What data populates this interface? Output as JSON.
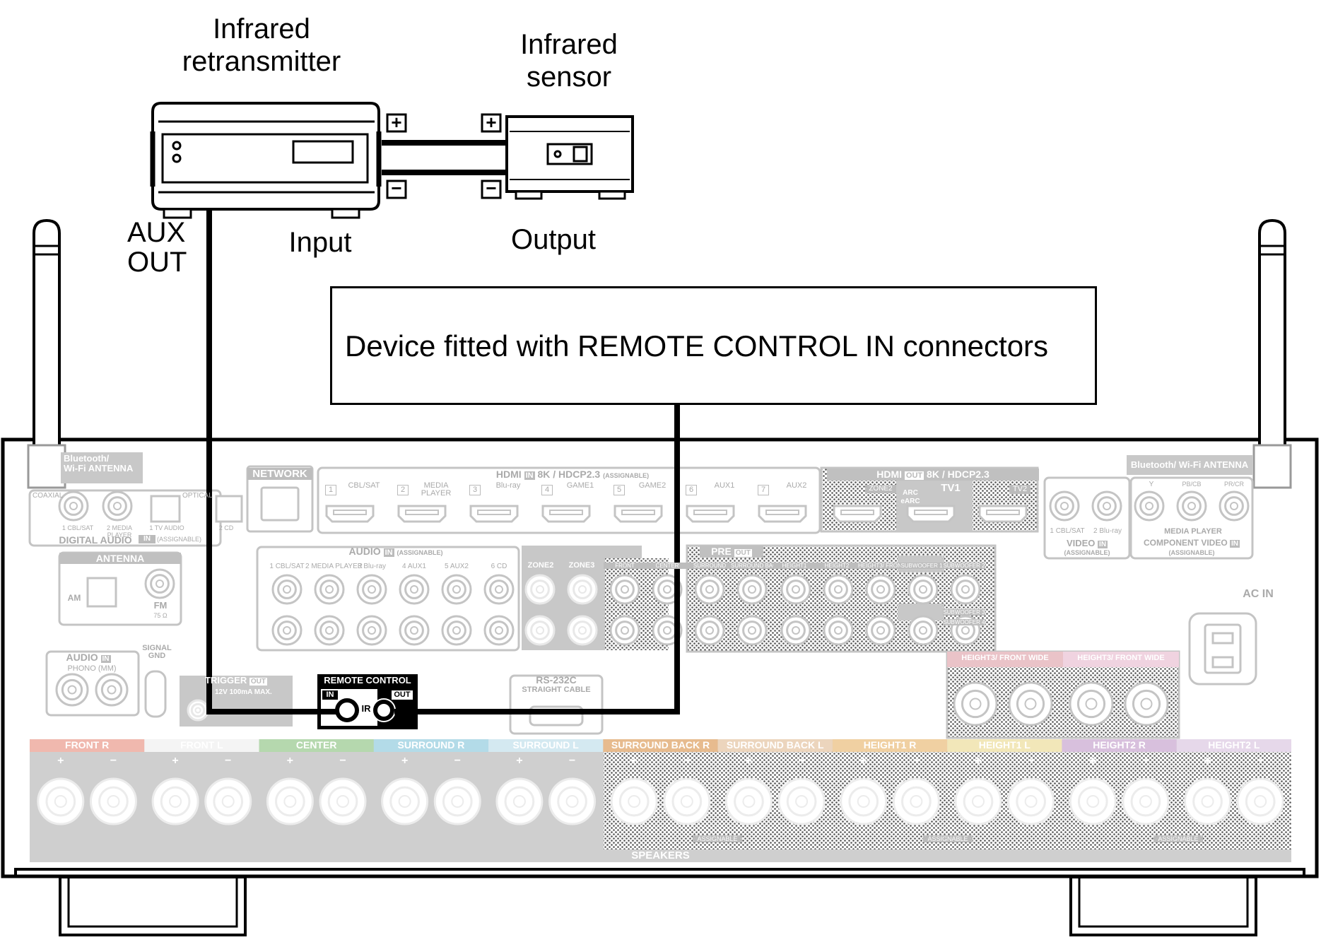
{
  "top_labels": {
    "retransmitter": [
      "Infrared",
      "retransmitter"
    ],
    "sensor": [
      "Infrared",
      "sensor"
    ],
    "aux_out": [
      "AUX",
      "OUT"
    ],
    "input": "Input",
    "output": "Output",
    "plus": "+",
    "minus": "−"
  },
  "callout": "Device fitted with REMOTE CONTROL IN connectors",
  "panel": {
    "bt_antenna_left": [
      "Bluetooth/",
      "Wi-Fi ANTENNA"
    ],
    "bt_antenna_right": "Bluetooth/ Wi-Fi ANTENNA",
    "digital_audio": {
      "coaxial": "COAXIAL",
      "optical": "OPTICAL",
      "inputs": [
        "1 CBL/SAT",
        "2 MEDIA PLAYER",
        "1 TV AUDIO",
        "2 CD"
      ],
      "title": "DIGITAL AUDIO",
      "in": "IN",
      "assignable": "(ASSIGNABLE)"
    },
    "network": "NETWORK",
    "hdmi_in": {
      "title": "HDMI",
      "in": "IN",
      "spec": "8K / HDCP2.3",
      "assignable": "(ASSIGNABLE)",
      "ports": [
        {
          "n": "1",
          "name": "CBL/SAT"
        },
        {
          "n": "2",
          "name": "MEDIA PLAYER"
        },
        {
          "n": "3",
          "name": "Blu-ray"
        },
        {
          "n": "4",
          "name": "GAME1"
        },
        {
          "n": "5",
          "name": "GAME2"
        },
        {
          "n": "6",
          "name": "AUX1"
        },
        {
          "n": "7",
          "name": "AUX2"
        }
      ]
    },
    "hdmi_out": {
      "title": "HDMI",
      "out": "OUT",
      "spec": "8K / HDCP2.3",
      "ports": [
        "ZONE2",
        "ARC eARC",
        "TV1",
        "TV2"
      ]
    },
    "antenna": {
      "title": "ANTENNA",
      "am": "AM",
      "fm": "FM",
      "ohm": "75 Ω"
    },
    "audio_in": {
      "title": "AUDIO",
      "in": "IN",
      "assignable": "(ASSIGNABLE)",
      "inputs": [
        "1 CBL/SAT",
        "2 MEDIA PLAYER",
        "3 Blu-ray",
        "4 AUX1",
        "5 AUX2",
        "6 CD"
      ],
      "zones": [
        "ZONE2",
        "ZONE3"
      ]
    },
    "pre_out": {
      "title": "PRE",
      "out": "OUT",
      "channels": [
        "FRONT",
        "CENTER",
        "SURROUND",
        "SURROUND BACK",
        "HEIGHT1",
        "HEIGHT2",
        "HEIGHT3/ FRONT WIDE",
        "SUBWOOFER 1",
        "SUBWOOFER 2",
        "SUBWOOFER 3",
        "SUBWOOFER 4"
      ]
    },
    "phono": {
      "title": "AUDIO",
      "in": "IN",
      "name": "PHONO (MM)",
      "signal_gnd": "SIGNAL GND"
    },
    "trigger": {
      "title": "TRIGGER",
      "out": "OUT",
      "spec": "12V 100mA MAX."
    },
    "remote_control": {
      "title": "REMOTE CONTROL",
      "in": "IN",
      "out": "OUT",
      "ir": "IR"
    },
    "rs232c": {
      "title": "RS-232C",
      "cable": "STRAIGHT CABLE"
    },
    "video_in": {
      "inputs": [
        "1 CBL/SAT",
        "2 Blu-ray"
      ],
      "title": "VIDEO",
      "in": "IN",
      "assignable": "(ASSIGNABLE)"
    },
    "component_video": {
      "ports": [
        "Y",
        "PB/CB",
        "PR/CR"
      ],
      "source": "MEDIA PLAYER",
      "title": "COMPONENT VIDEO",
      "in": "IN",
      "assignable": "(ASSIGNABLE)"
    },
    "ac_in": "AC IN",
    "height3_labels": [
      "HEIGHT3/ FRONT WIDE",
      "HEIGHT3/ FRONT WIDE"
    ],
    "speakers_title": "SPEAKERS",
    "assignable": "ASSIGNABLE",
    "speaker_groups": [
      {
        "name": "FRONT",
        "side": "R",
        "color": "#f0b8ae"
      },
      {
        "name": "FRONT",
        "side": "L",
        "color": "#f4f4f4"
      },
      {
        "name": "CENTER",
        "side": "",
        "color": "#b5d8ae"
      },
      {
        "name": "SURROUND",
        "side": "R",
        "color": "#b3dbe8"
      },
      {
        "name": "SURROUND",
        "side": "L",
        "color": "#d4e9f1"
      },
      {
        "name": "SURROUND BACK",
        "side": "R",
        "color": "#e7bb8e"
      },
      {
        "name": "SURROUND BACK",
        "side": "L",
        "color": "#ecd5bd"
      },
      {
        "name": "HEIGHT1",
        "side": "R",
        "color": "#f0d0a2"
      },
      {
        "name": "HEIGHT1",
        "side": "L",
        "color": "#f2e7b9"
      },
      {
        "name": "HEIGHT2",
        "side": "R",
        "color": "#d8c0dd"
      },
      {
        "name": "HEIGHT2",
        "side": "L",
        "color": "#e6d8ea"
      }
    ]
  }
}
